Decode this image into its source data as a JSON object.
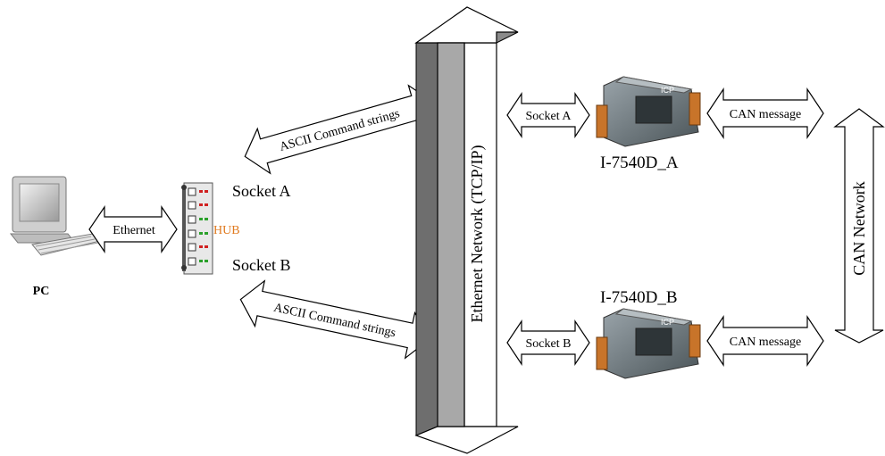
{
  "labels": {
    "pc": "PC",
    "ethernet": "Ethernet",
    "hub": "HUB",
    "socket_a": "Socket A",
    "socket_b": "Socket B",
    "ascii_top": "ASCII Command strings",
    "ascii_bottom": "ASCII Command strings",
    "ethernet_network": "Ethernet Network (TCP/IP)",
    "arrow_socket_a": "Socket A",
    "arrow_socket_b": "Socket B",
    "device_a": "I-7540D_A",
    "device_b": "I-7540D_B",
    "can_message_a": "CAN message",
    "can_message_b": "CAN message",
    "can_network": "CAN Network"
  },
  "colors": {
    "hub_label": "#e07a1f",
    "bus_fill": "#a8a8a8",
    "bus_shadow": "#6e6e6e",
    "device_body": "#6f7a80",
    "device_connector": "#c8742a",
    "led_red": "#d02020",
    "led_green": "#2aa02a"
  },
  "icons": [
    "desktop-pc-icon",
    "ethernet-hub-icon",
    "i7540d-module-icon"
  ]
}
